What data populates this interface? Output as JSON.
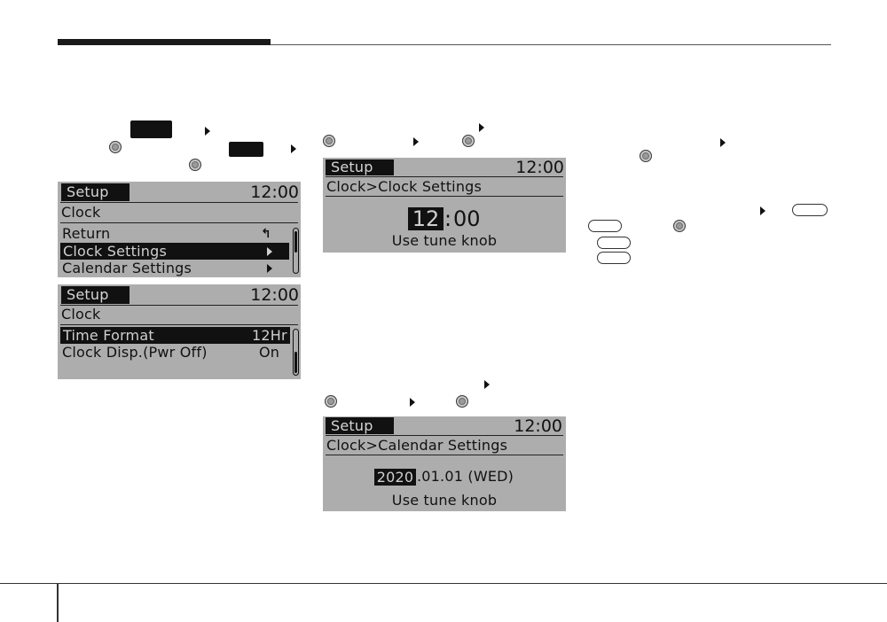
{
  "screens": {
    "clock_menu": {
      "tag": "Setup",
      "time": "12:00",
      "title": "Clock",
      "items": [
        {
          "label": "Return",
          "icon": "return-arrow-icon"
        },
        {
          "label": "Clock Settings",
          "icon": "triangle-right-icon",
          "selected": true
        },
        {
          "label": "Calendar Settings",
          "icon": "triangle-right-icon"
        }
      ]
    },
    "clock_options": {
      "tag": "Setup",
      "time": "12:00",
      "title": "Clock",
      "items": [
        {
          "label": "Time Format",
          "value": "12Hr",
          "selected": true
        },
        {
          "label": "Clock Disp.(Pwr Off)",
          "value": "On"
        }
      ]
    },
    "clock_settings": {
      "tag": "Setup",
      "time": "12:00",
      "title": "Clock>Clock Settings",
      "hour": "12",
      "separator": ":",
      "minute": "00",
      "hint": "Use tune knob"
    },
    "calendar_settings": {
      "tag": "Setup",
      "time": "12:00",
      "title": "Clock>Calendar Settings",
      "year": "2020",
      "rest": ".01.01 (WED)",
      "hint": "Use tune knob"
    }
  },
  "icons": {
    "knob": "tune-knob-icon",
    "black_key": "setup-key-icon",
    "white_key": "soft-key-icon",
    "arrow": "triangle-right-icon"
  }
}
